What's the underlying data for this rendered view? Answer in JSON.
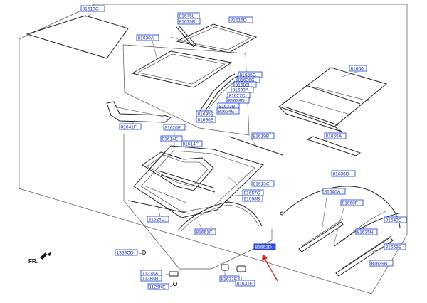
{
  "diagram": {
    "front_marker": "FR.",
    "labels": [
      {
        "id": "81610G",
        "text": "81610G"
      },
      {
        "id": "81675L",
        "text": "81675L"
      },
      {
        "id": "81675R",
        "text": "81675R"
      },
      {
        "id": "81616D",
        "text": "81616D"
      },
      {
        "id": "81630A",
        "text": "81630A"
      },
      {
        "id": "81635G",
        "text": "81635G"
      },
      {
        "id": "81636C",
        "text": "81636C"
      },
      {
        "id": "81688H",
        "text": "81688H"
      },
      {
        "id": "81699A",
        "text": "81699A"
      },
      {
        "id": "81627C",
        "text": "81627C"
      },
      {
        "id": "81628D",
        "text": "81628D"
      },
      {
        "id": "81633B",
        "text": "81633B"
      },
      {
        "id": "81634E",
        "text": "81634E"
      },
      {
        "id": "81695",
        "text": "81695"
      },
      {
        "id": "81696B",
        "text": "81696B"
      },
      {
        "id": "81641F",
        "text": "81641F"
      },
      {
        "id": "81620F",
        "text": "81620F"
      },
      {
        "id": "81660",
        "text": "81660"
      },
      {
        "id": "81655A",
        "text": "81655A"
      },
      {
        "id": "81619B",
        "text": "81619B"
      },
      {
        "id": "81614E",
        "text": "81614E"
      },
      {
        "id": "81614F",
        "text": "81614F"
      },
      {
        "id": "81613C",
        "text": "81613C"
      },
      {
        "id": "81636D",
        "text": "81636D"
      },
      {
        "id": "81640A",
        "text": "81640A"
      },
      {
        "id": "81668F",
        "text": "81668F"
      },
      {
        "id": "81657C",
        "text": "81657C"
      },
      {
        "id": "81658B",
        "text": "81658B"
      },
      {
        "id": "81649B",
        "text": "81649B"
      },
      {
        "id": "81624D",
        "text": "81624D"
      },
      {
        "id": "81661C",
        "text": "81661C"
      },
      {
        "id": "81635H",
        "text": "81635H"
      },
      {
        "id": "81662D",
        "text": "81662D",
        "highlight": true
      },
      {
        "id": "81669E",
        "text": "81669E"
      },
      {
        "id": "1339CD",
        "text": "1339CD"
      },
      {
        "id": "81639B",
        "text": "81639B"
      },
      {
        "id": "71378A",
        "text": "71378A"
      },
      {
        "id": "71388B",
        "text": "71388B"
      },
      {
        "id": "1125KE",
        "text": "1125KE"
      },
      {
        "id": "81631F",
        "text": "81631F"
      },
      {
        "id": "81631E",
        "text": "81631E"
      }
    ],
    "colors": {
      "label_border": "#2a4fd8",
      "label_text": "#1b2ea8",
      "highlight_fill": "#3057f0",
      "arrow": "#e0201b",
      "line": "#222222"
    }
  }
}
